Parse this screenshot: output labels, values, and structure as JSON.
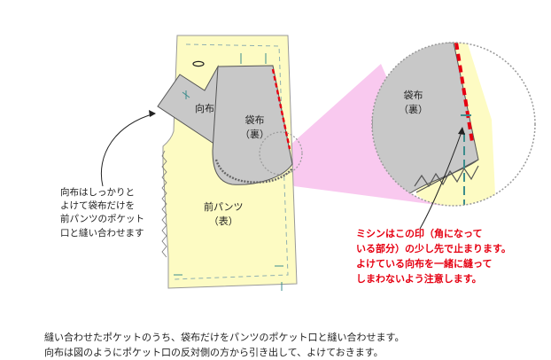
{
  "labels": {
    "mukonuno": "向布",
    "fukuronuno_line1": "袋布",
    "fukuronuno_line2": "（裏）",
    "mae_pants_line1": "前パンツ",
    "mae_pants_line2": "（表）",
    "zoom_fukuronuno_line1": "袋布",
    "zoom_fukuronuno_line2": "（裏）"
  },
  "left_note": [
    "向布はしっかりと",
    "よけて袋布だけを",
    "前パンツのポケット",
    "口と縫い合わせます"
  ],
  "warning_note": [
    "ミシンはこの印（角になって",
    "いる部分）の少し先で止まります。",
    "よけている向布を一緒に縫って",
    "しまわないよう注意します。"
  ],
  "caption": [
    "縫い合わせたポケットのうち、袋布だけをパンツのポケット口と縫い合わせます。",
    "向布は図のようにポケット口の反対側の方から引き出して、よけておきます。"
  ],
  "colors": {
    "pants_fill": "#fdfbc3",
    "pocket_fill": "#c8c8c8",
    "zoom_cone": "#f9c9ef",
    "stitch_red": "#e60012",
    "marker_teal": "#3c8c8c"
  }
}
